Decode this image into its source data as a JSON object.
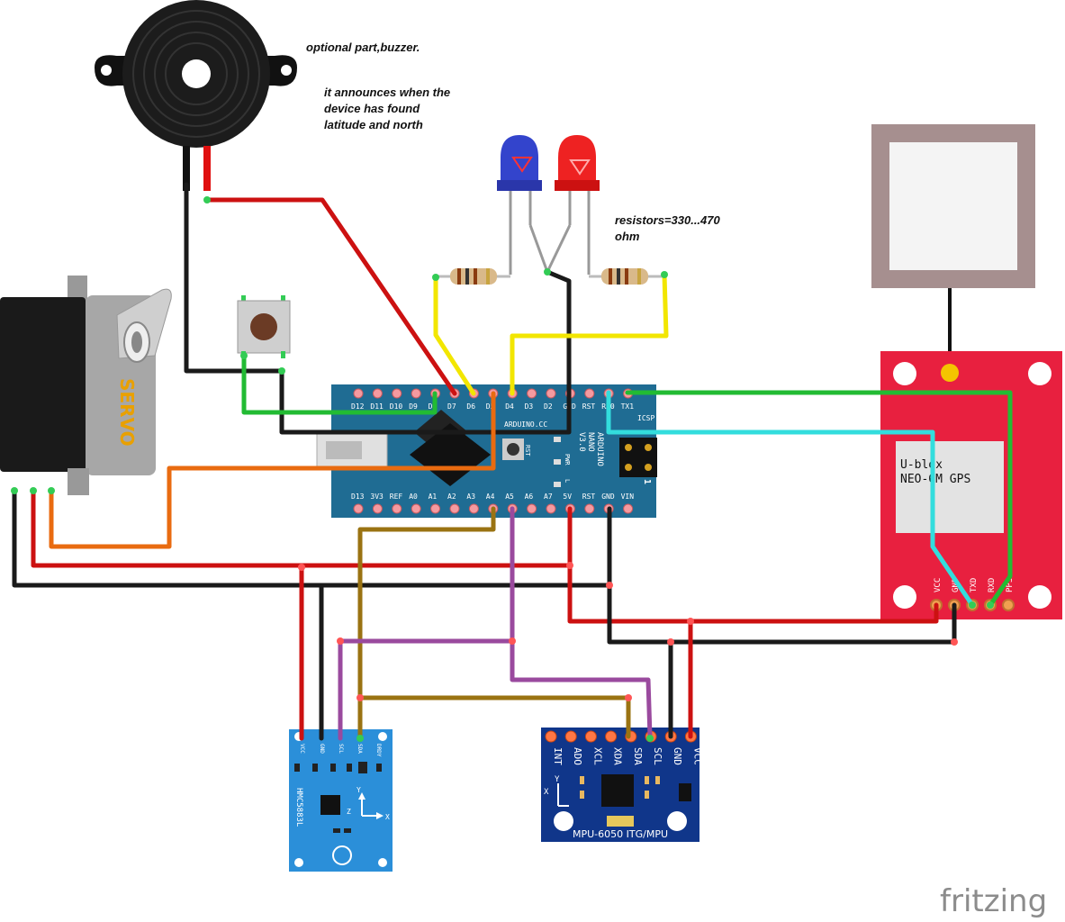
{
  "notes": {
    "buzzer_note": "optional part,buzzer.",
    "announce_note": "it announces when the\ndevice has found\nlatitude and north",
    "resistors_note": "resistors=330...470\nohm"
  },
  "components": {
    "servo_label": "SERVO",
    "gps_brand": "U-blox",
    "gps_model": "NEO-6M GPS",
    "gps_pins": [
      "VCC",
      "GND",
      "TXD",
      "RXD",
      "PPS"
    ],
    "nano": {
      "maker": "ARDUINO.CC",
      "name": "ARDUINO",
      "model": "NANO",
      "version": "V3.0",
      "icsp": "ICSP",
      "rst_btn": "RST",
      "pwr": "PWR",
      "l": "L",
      "one": "1",
      "top_pins": [
        "D12",
        "D11",
        "D10",
        "D9",
        "D8",
        "D7",
        "D6",
        "D5",
        "D4",
        "D3",
        "D2",
        "GND",
        "RST",
        "RX0",
        "TX1"
      ],
      "bottom_pins": [
        "D13",
        "3V3",
        "REF",
        "A0",
        "A1",
        "A2",
        "A3",
        "A4",
        "A5",
        "A6",
        "A7",
        "5V",
        "RST",
        "GND",
        "VIN"
      ]
    },
    "hmc": {
      "name": "HMC5883L",
      "pins": [
        "VCC",
        "GND",
        "SCL",
        "SDA",
        "DRDY"
      ],
      "axis_y": "Y",
      "axis_x": "X",
      "axis_z": "Z"
    },
    "mpu": {
      "name": "MPU-6050 ITG/MPU",
      "pins": [
        "INT",
        "ADO",
        "XCL",
        "XDA",
        "SDA",
        "SCL",
        "GND",
        "VCC"
      ],
      "axis_x": "X",
      "axis_y": "Y"
    }
  },
  "watermark": "fritzing",
  "colors": {
    "wire_red": "#cc1111",
    "wire_black": "#1a1a1a",
    "wire_yellow": "#f2e600",
    "wire_green": "#22bb33",
    "wire_cyan": "#33dddd",
    "wire_orange": "#e96b10",
    "wire_brown": "#9a7312",
    "wire_purple": "#9a4a9e",
    "nano_board": "#1f6c93",
    "gps_board": "#e8203f",
    "sensor_board": "#2b8fd9",
    "mpu_board": "#10368a",
    "led_blue": "#3344cc",
    "led_red": "#ee2222"
  }
}
